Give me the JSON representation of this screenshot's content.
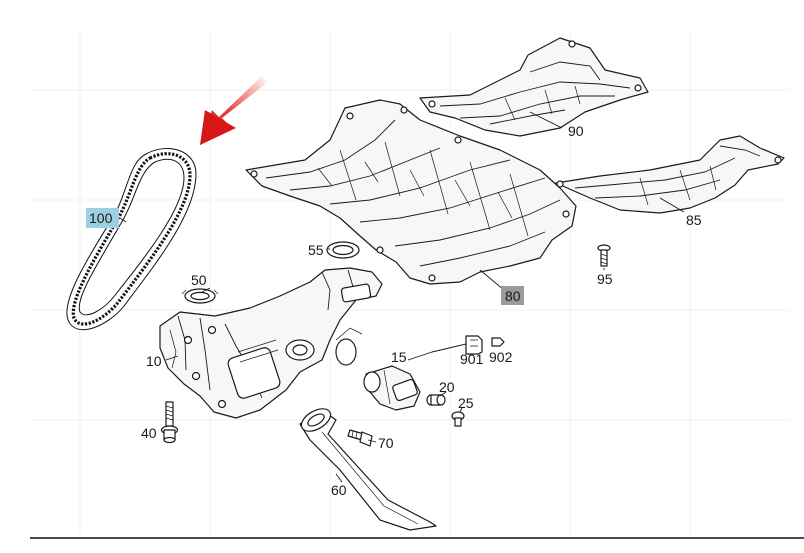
{
  "diagram": {
    "parts": [
      {
        "id": "p100",
        "label": "100",
        "highlight": "blue"
      },
      {
        "id": "p90",
        "label": "90"
      },
      {
        "id": "p85",
        "label": "85"
      },
      {
        "id": "p80",
        "label": "80",
        "highlight": "gray"
      },
      {
        "id": "p95",
        "label": "95"
      },
      {
        "id": "p55",
        "label": "55"
      },
      {
        "id": "p50",
        "label": "50"
      },
      {
        "id": "p10",
        "label": "10"
      },
      {
        "id": "p15",
        "label": "15"
      },
      {
        "id": "p901",
        "label": "901"
      },
      {
        "id": "p902",
        "label": "902"
      },
      {
        "id": "p20",
        "label": "20"
      },
      {
        "id": "p25",
        "label": "25"
      },
      {
        "id": "p40",
        "label": "40"
      },
      {
        "id": "p70",
        "label": "70"
      },
      {
        "id": "p60",
        "label": "60"
      }
    ],
    "colors": {
      "arrow": "#e02020",
      "highlight_blue": "#9ccfe0",
      "highlight_gray": "#9a9a9a",
      "line": "#1a1a1a"
    },
    "icons": [
      "red-pointer-arrow-icon"
    ]
  }
}
